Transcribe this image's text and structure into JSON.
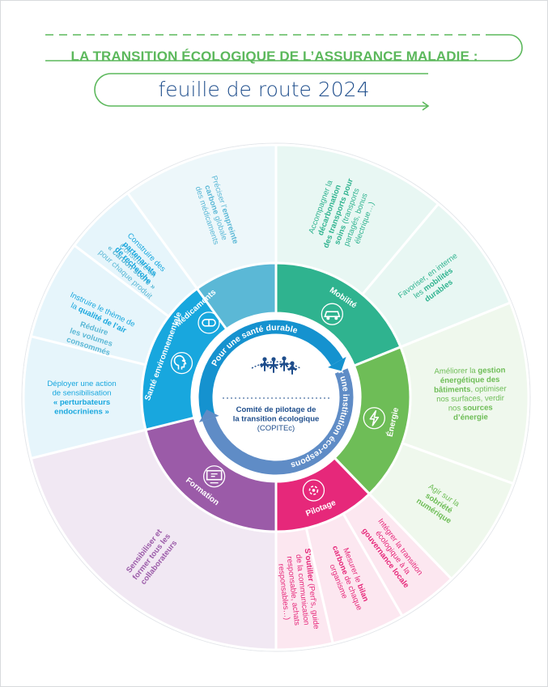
{
  "header": {
    "title": "LA TRANSITION ÉCOLOGIQUE DE L’ASSURANCE MALADIE :",
    "subtitle": "feuille de route 2024"
  },
  "center": {
    "committee_lines": [
      "Comité de pilotage de",
      "la transition écologique",
      "(COPITEc)"
    ],
    "arc_top": "Pour une santé durable",
    "arc_right": "Pour une institution éco-responsable",
    "arc_bottom": "Pour une institution éco-responsable"
  },
  "colors": {
    "medicaments": "#5bb8d6",
    "mobilite": "#2fb38f",
    "energie": "#6ebd57",
    "pilotage": "#e6287a",
    "formation": "#9b5ba8",
    "sante_env": "#18a7de",
    "title_green": "#5cb85c",
    "navy": "#1f4e8c"
  },
  "themes": [
    {
      "key": "medicaments",
      "label": "Médicaments",
      "icon": "pill-icon"
    },
    {
      "key": "mobilite",
      "label": "Mobilité",
      "icon": "car-icon"
    },
    {
      "key": "energie",
      "label": "Énergie",
      "icon": "lightning-icon"
    },
    {
      "key": "pilotage",
      "label": "Pilotage",
      "icon": "gear-cycle-icon"
    },
    {
      "key": "formation",
      "label": "Formation",
      "icon": "presentation-icon"
    },
    {
      "key": "sante_env",
      "label": "Santé environnementale",
      "icon": "leaf-head-icon"
    }
  ],
  "actions": [
    {
      "theme": "medicaments",
      "text": [
        [
          "Préciser l’",
          "empreinte"
        ],
        [
          "carbone",
          " globale"
        ],
        [
          "des médicaments"
        ]
      ]
    },
    {
      "theme": "medicaments",
      "text": [
        [
          "Construire un"
        ],
        [
          "« carbon score »"
        ],
        [
          "pour chaque produit"
        ]
      ]
    },
    {
      "theme": "medicaments",
      "text": [
        [
          "Réduire"
        ],
        [
          "les volumes"
        ],
        [
          "consommés"
        ]
      ]
    },
    {
      "theme": "mobilite",
      "text": [
        [
          "Accompagner la"
        ],
        [
          "décarbonation"
        ],
        [
          "des transports pour"
        ],
        [
          "soins",
          " (transports"
        ],
        [
          "partagés, bonus"
        ],
        [
          "électrique…)"
        ]
      ]
    },
    {
      "theme": "mobilite",
      "text": [
        [
          "Favoriser, en interne"
        ],
        [
          "les ",
          "mobilités"
        ],
        [
          "durables"
        ]
      ]
    },
    {
      "theme": "energie",
      "text": [
        [
          "Améliorer la ",
          "gestion"
        ],
        [
          "énergétique des"
        ],
        [
          "bâtiments",
          ", optimiser"
        ],
        [
          "nos surfaces, verdir"
        ],
        [
          "nos ",
          "sources"
        ],
        [
          "d’énergie"
        ]
      ]
    },
    {
      "theme": "energie",
      "text": [
        [
          "Agir sur la"
        ],
        [
          "sobriété"
        ],
        [
          "numérique"
        ]
      ]
    },
    {
      "theme": "pilotage",
      "text": [
        [
          "Intégrer la transition"
        ],
        [
          "écologique à la"
        ],
        [
          "gouvernance locale"
        ]
      ]
    },
    {
      "theme": "pilotage",
      "text": [
        [
          "Mesurer le ",
          "bilan"
        ],
        [
          "carbone",
          " de chaque"
        ],
        [
          "organisme"
        ]
      ]
    },
    {
      "theme": "pilotage",
      "text": [
        [
          "S’outiller",
          " (Perf’s, guide"
        ],
        [
          "de la communication"
        ],
        [
          "responsable, achats"
        ],
        [
          "responsables…)"
        ]
      ]
    },
    {
      "theme": "formation",
      "text": [
        [
          "Sensibiliser et"
        ],
        [
          "former tous les"
        ],
        [
          "collaborateurs"
        ]
      ]
    },
    {
      "theme": "sante_env",
      "text": [
        [
          "Déployer une action"
        ],
        [
          "de sensibilisation"
        ],
        [
          "« perturbateurs"
        ],
        [
          "endocriniens »"
        ]
      ]
    },
    {
      "theme": "sante_env",
      "text": [
        [
          "Instruire le thème de"
        ],
        [
          "la ",
          "qualité de l’air"
        ]
      ]
    },
    {
      "theme": "sante_env",
      "text": [
        [
          "Construire des"
        ],
        [
          "partenariats"
        ],
        [
          "de recherche"
        ]
      ]
    }
  ]
}
